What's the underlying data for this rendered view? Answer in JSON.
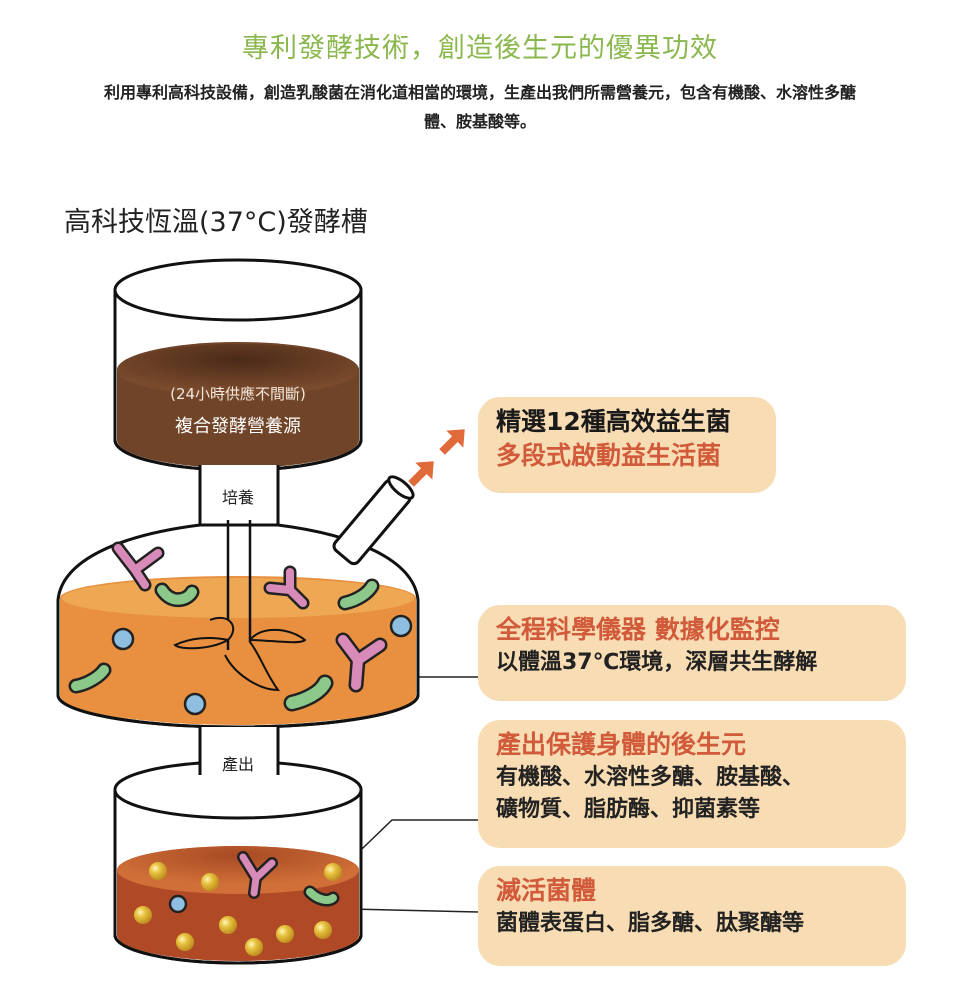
{
  "header": {
    "title": "專利發酵技術，創造後生元的優異功效",
    "intro_line1": "利用專利高科技設備，創造乳酸菌在消化道相當的環境，生產出我們所需營養元，包含有機酸、水溶性多醣",
    "intro_line2": "體、胺基酸等。"
  },
  "diagram": {
    "title": "高科技恆溫(37°C)發酵槽",
    "top_tank": {
      "note": "(24小時供應不間斷)",
      "label": "複合發酵營養源"
    },
    "neck_top_label": "培養",
    "neck_bottom_label": "產出",
    "colors": {
      "accent_green": "#8ab84e",
      "callout_bg": "#f8dcb3",
      "callout_red": "#d05a3a",
      "arrow": "#e06a3a"
    }
  },
  "callouts": [
    {
      "line1": "精選12種高效益生菌",
      "line2": "多段式啟動益生活菌"
    },
    {
      "line1": "全程科學儀器 數據化監控",
      "line2": "以體溫37℃環境，深層共生酵解"
    },
    {
      "line1": "產出保護身體的後生元",
      "line2": "有機酸、水溶性多醣、胺基酸、",
      "line3": "礦物質、脂肪酶、抑菌素等"
    },
    {
      "line1": "滅活菌體",
      "line2": "菌體表蛋白、脂多醣、肽聚醣等"
    }
  ]
}
